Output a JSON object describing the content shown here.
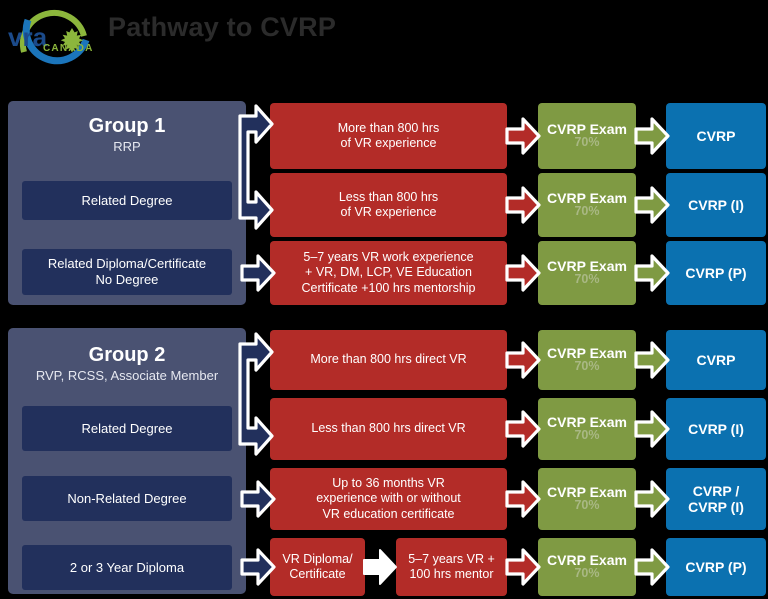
{
  "header": {
    "title": "Pathway to CVRP",
    "logo": {
      "name": "vra-canada-logo",
      "brand_text": "vra",
      "brand_sub": "CANADA",
      "leaf": "maple-leaf",
      "blue": "#1b75bb",
      "green": "#8cb63c"
    }
  },
  "palette": {
    "panel": "#4a5272",
    "sub_box": "#22305c",
    "red": "#b32c28",
    "green": "#7f9a43",
    "blue": "#0b71b0",
    "background": "#000000",
    "title_color": "#2b2b2b",
    "pct_color": "#a9b884"
  },
  "groups": [
    {
      "id": "group-1",
      "title": "Group 1",
      "subtitle": "RRP",
      "sub_boxes": [
        {
          "label": "Related Degree"
        },
        {
          "label": "Related Diploma/Certificate\nNo Degree"
        }
      ],
      "rows": [
        {
          "requirement": "More than 800 hrs\nof VR experience",
          "exam": {
            "label": "CVRP Exam",
            "percent": "70%"
          },
          "result": "CVRP"
        },
        {
          "requirement": "Less than 800 hrs\nof VR experience",
          "exam": {
            "label": "CVRP Exam",
            "percent": "70%"
          },
          "result": "CVRP (I)"
        },
        {
          "requirement": "5–7 years VR work experience\n+ VR, DM, LCP, VE Education\nCertificate +100 hrs mentorship",
          "exam": {
            "label": "CVRP Exam",
            "percent": "70%"
          },
          "result": "CVRP (P)"
        }
      ]
    },
    {
      "id": "group-2",
      "title": "Group 2",
      "subtitle": "RVP, RCSS, Associate Member",
      "sub_boxes": [
        {
          "label": "Related Degree"
        },
        {
          "label": "Non-Related Degree"
        },
        {
          "label": "2 or 3 Year Diploma"
        }
      ],
      "rows": [
        {
          "requirement": "More than 800 hrs direct VR",
          "exam": {
            "label": "CVRP Exam",
            "percent": "70%"
          },
          "result": "CVRP"
        },
        {
          "requirement": "Less than 800 hrs direct VR",
          "exam": {
            "label": "CVRP Exam",
            "percent": "70%"
          },
          "result": "CVRP (I)"
        },
        {
          "requirement": "Up to 36 months VR\nexperience with or without\nVR education certificate",
          "exam": {
            "label": "CVRP Exam",
            "percent": "70%"
          },
          "result": "CVRP /\nCVRP (I)"
        },
        {
          "requirement_a": "VR Diploma/\nCertificate",
          "requirement_b": "5–7 years VR +\n100 hrs mentor",
          "exam": {
            "label": "CVRP Exam",
            "percent": "70%"
          },
          "result": "CVRP (P)",
          "split": true
        }
      ]
    }
  ]
}
